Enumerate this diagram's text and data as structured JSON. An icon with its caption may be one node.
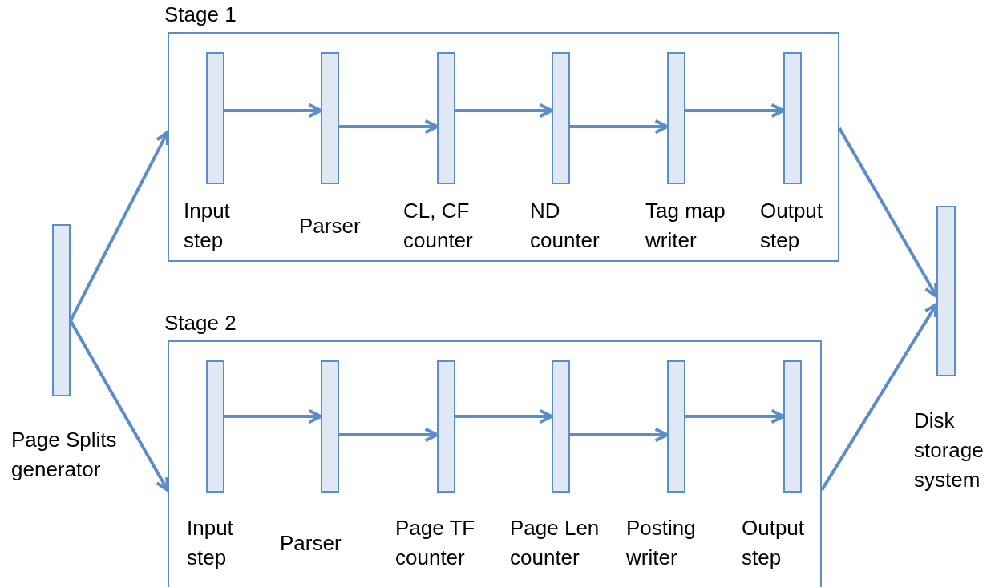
{
  "diagram": {
    "nodes": [
      {
        "text": [
          "Page Splits generator"
        ]
      },
      {
        "text": [
          "Stage 1"
        ]
      },
      {
        "text": [
          "Input step"
        ],
        "in": 1
      },
      {
        "text": [
          "Parser"
        ],
        "in": 1
      },
      {
        "text": [
          "CL, CF counter"
        ],
        "in": 1
      },
      {
        "text": [
          "ND counter"
        ],
        "in": 1
      },
      {
        "text": [
          "Tag map writer"
        ],
        "in": 1
      },
      {
        "text": [
          "Output step"
        ],
        "in": 1
      },
      {
        "text": [
          "Stage 2"
        ]
      },
      {
        "text": [
          "Input step"
        ],
        "in": 8
      },
      {
        "text": [
          "Parser"
        ],
        "in": 8
      },
      {
        "text": [
          "Page TF counter"
        ],
        "in": 8
      },
      {
        "text": [
          "Page Len counter"
        ],
        "in": 8
      },
      {
        "text": [
          "Posting writer"
        ],
        "in": 8
      },
      {
        "text": [
          "Output step"
        ],
        "in": 8
      },
      {
        "text": [
          "Disk storage system"
        ]
      }
    ],
    "edges": [
      {
        "from": 0,
        "to": 1,
        "arrow": "to"
      },
      {
        "from": 0,
        "to": 8,
        "arrow": "to"
      },
      {
        "from": 2,
        "to": 3,
        "arrow": "to"
      },
      {
        "from": 3,
        "to": 4,
        "arrow": "to"
      },
      {
        "from": 4,
        "to": 5,
        "arrow": "to"
      },
      {
        "from": 5,
        "to": 6,
        "arrow": "to"
      },
      {
        "from": 6,
        "to": 7,
        "arrow": "to"
      },
      {
        "from": 9,
        "to": 10,
        "arrow": "to"
      },
      {
        "from": 10,
        "to": 11,
        "arrow": "to"
      },
      {
        "from": 11,
        "to": 12,
        "arrow": "to"
      },
      {
        "from": 12,
        "to": 13,
        "arrow": "to"
      },
      {
        "from": 13,
        "to": 14,
        "arrow": "to"
      },
      {
        "from": 1,
        "to": 15,
        "arrow": "to"
      },
      {
        "from": 8,
        "to": 15,
        "arrow": "to"
      }
    ]
  }
}
